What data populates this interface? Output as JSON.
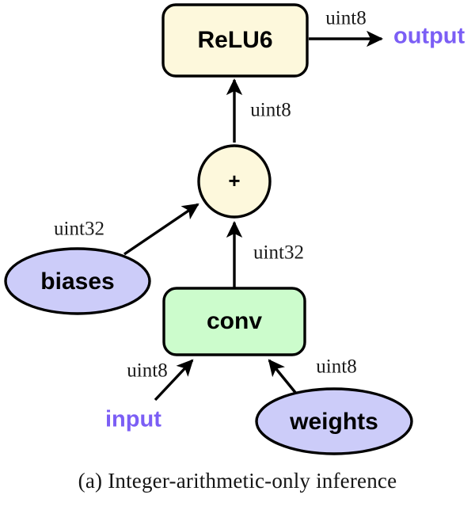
{
  "figure": {
    "caption": "(a) Integer-arithmetic-only inference",
    "background_color": "#ffffff",
    "stroke_color": "#000000"
  },
  "colors": {
    "op_fill_yellow": "#fdf8dc",
    "op_fill_green": "#ccfccc",
    "tensor_fill_purple": "#ccccf9",
    "io_text_purple": "#7b5ef5",
    "outline": "#000000"
  },
  "nodes": {
    "relu6": {
      "label": "ReLU6",
      "shape": "rounded-rect",
      "fill": "#fdf8dc"
    },
    "add": {
      "label": "+",
      "shape": "circle",
      "fill": "#fdf8dc"
    },
    "conv": {
      "label": "conv",
      "shape": "rounded-rect",
      "fill": "#ccfccc"
    },
    "biases": {
      "label": "biases",
      "shape": "ellipse",
      "fill": "#ccccf9"
    },
    "weights": {
      "label": "weights",
      "shape": "ellipse",
      "fill": "#ccccf9"
    }
  },
  "io": {
    "input": {
      "label": "input",
      "color": "#7b5ef5"
    },
    "output": {
      "label": "output",
      "color": "#7b5ef5"
    }
  },
  "edges": [
    {
      "id": "relu6-to-output",
      "from": "relu6",
      "to": "output",
      "label": "uint8"
    },
    {
      "id": "add-to-relu6",
      "from": "add",
      "to": "relu6",
      "label": "uint8"
    },
    {
      "id": "biases-to-add",
      "from": "biases",
      "to": "add",
      "label": "uint32"
    },
    {
      "id": "conv-to-add",
      "from": "conv",
      "to": "add",
      "label": "uint32"
    },
    {
      "id": "input-to-conv",
      "from": "input",
      "to": "conv",
      "label": "uint8"
    },
    {
      "id": "weights-to-conv",
      "from": "weights",
      "to": "conv",
      "label": "uint8"
    }
  ],
  "edge_labels": {
    "relu6_to_output": "uint8",
    "add_to_relu6": "uint8",
    "biases_to_add": "uint32",
    "conv_to_add": "uint32",
    "input_to_conv": "uint8",
    "weights_to_conv": "uint8"
  }
}
